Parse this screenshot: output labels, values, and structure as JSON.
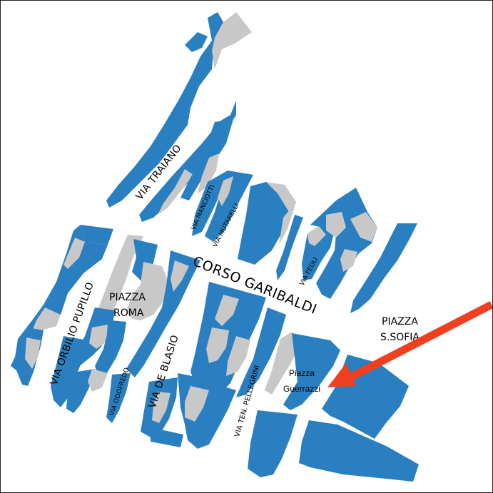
{
  "map": {
    "colors": {
      "block": "#2a7fc0",
      "courtyard": "#c8c8c8",
      "street": "#ffffff",
      "arrow": "#f04020"
    },
    "streets": {
      "via_traiano": "VIA TRAIANO",
      "via_manciotti": "VIA MANCIOTTI",
      "via_mutarelli": "VIA MUTARELLI",
      "via_feoli": "VIA FEOLI",
      "corso_garibaldi": "CORSO GARIBALDI",
      "via_orbilio_pupillo": "VIA ORBILIO PUPILLO",
      "via_odofredo": "VIA ODOFREDO",
      "via_de_blasio": "VIA DE BLASIO",
      "via_ten_pellegrini": "VIA TEN. PELLEGRINI"
    },
    "squares": {
      "piazza_roma_line1": "PIAZZA",
      "piazza_roma_line2": "ROMA",
      "piazza_ssofia_line1": "PIAZZA",
      "piazza_ssofia_line2": "S.SOFIA",
      "piazza_guerrazzi_line1": "Piazza",
      "piazza_guerrazzi_line2": "Guerrazzi"
    },
    "marker": {
      "icon": "arrow-icon",
      "target": "Piazza Guerrazzi"
    }
  }
}
